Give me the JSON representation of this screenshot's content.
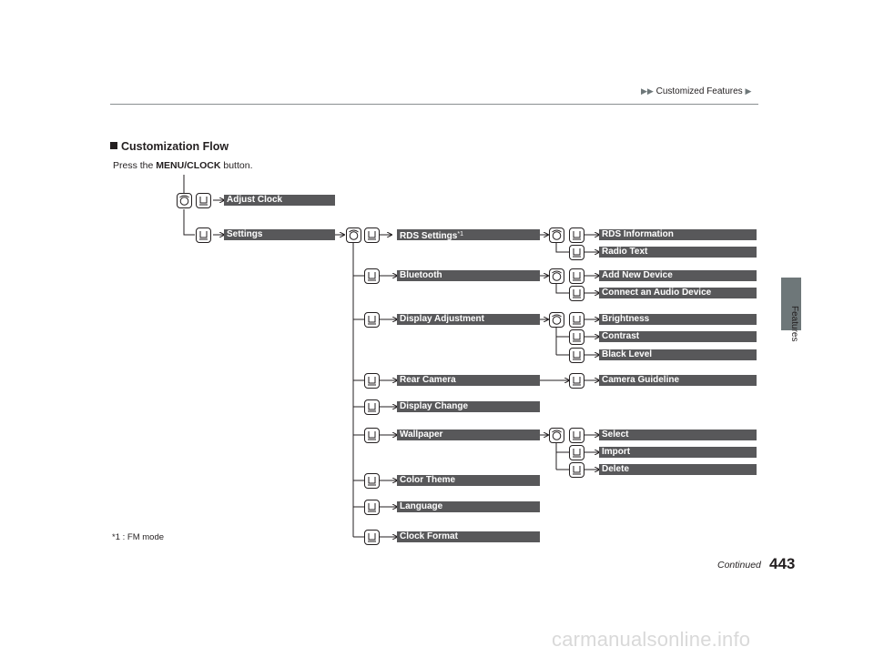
{
  "header": {
    "breadcrumb": "Customized Features"
  },
  "side_tab": {
    "label": "Features"
  },
  "section": {
    "title": "Customization Flow"
  },
  "instruction": {
    "prefix": "Press the ",
    "button": "MENU/CLOCK",
    "suffix": " button."
  },
  "footnote": "*1 : FM mode",
  "footer": {
    "continued": "Continued",
    "page_number": "443"
  },
  "watermark": "carmanualsonline.info",
  "menus": {
    "adjust_clock": "Adjust Clock",
    "settings": "Settings",
    "rds_settings": "RDS Settings",
    "rds_settings_note": "*1",
    "rds_information": "RDS Information",
    "radio_text": "Radio Text",
    "bluetooth": "Bluetooth",
    "add_new_device": "Add New Device",
    "connect_audio_device": "Connect an Audio Device",
    "display_adjustment": "Display Adjustment",
    "brightness": "Brightness",
    "contrast": "Contrast",
    "black_level": "Black Level",
    "rear_camera": "Rear Camera",
    "camera_guideline": "Camera Guideline",
    "display_change": "Display Change",
    "wallpaper": "Wallpaper",
    "select": "Select",
    "import": "Import",
    "delete": "Delete",
    "color_theme": "Color Theme",
    "language": "Language",
    "clock_format": "Clock Format"
  },
  "icons": {
    "knob": "selector-knob-icon",
    "press": "press-knob-icon"
  },
  "colors": {
    "menu_bg": "#58585a",
    "tab_bg": "#6e7779",
    "text": "#231f20"
  }
}
